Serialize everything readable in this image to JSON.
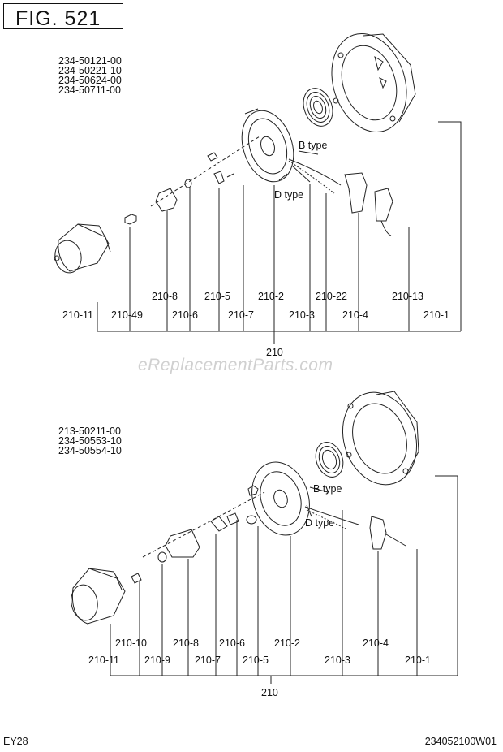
{
  "figure_title": "FIG. 521",
  "watermark": "eReplacementParts.com",
  "footer": {
    "model": "EY28",
    "code": "234052100W01"
  },
  "group_top": {
    "models": [
      "234-50121-00",
      "234-50221-10",
      "234-50624-00",
      "234-50711-00"
    ],
    "type_labels": {
      "b": "B type",
      "d": "D type"
    },
    "assembly": "210",
    "upper_labels": [
      "210-8",
      "210-5",
      "210-2",
      "210-22",
      "210-13"
    ],
    "lower_labels": [
      "210-11",
      "210-49",
      "210-6",
      "210-7",
      "210-3",
      "210-4",
      "210-1"
    ]
  },
  "group_bottom": {
    "models": [
      "213-50211-00",
      "234-50553-10",
      "234-50554-10"
    ],
    "type_labels": {
      "b": "B type",
      "d": "D type"
    },
    "assembly": "210",
    "upper_labels": [
      "210-10",
      "210-8",
      "210-6",
      "210-2",
      "210-4"
    ],
    "lower_labels": [
      "210-11",
      "210-9",
      "210-7",
      "210-5",
      "210-3",
      "210-1"
    ]
  }
}
